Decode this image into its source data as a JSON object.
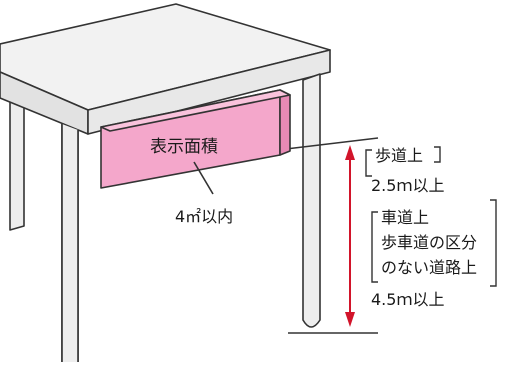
{
  "sign": {
    "label": "表示面積",
    "area_note": "4㎡以内"
  },
  "sidewalk": {
    "title": "歩道上",
    "height": "2.5ｍ以上"
  },
  "roadway": {
    "line1": "車道上",
    "line2": "歩車道の区分",
    "line3": "のない道路上",
    "height": "4.5ｍ以上"
  },
  "colors": {
    "sign_fill": "#f4a7cb",
    "sign_side": "#e78ab5",
    "arrow": "#d2142a",
    "table_top": "#f2f2f2",
    "table_front": "#e2e2e2",
    "leg": "#eeeeee",
    "outline": "#333333"
  }
}
